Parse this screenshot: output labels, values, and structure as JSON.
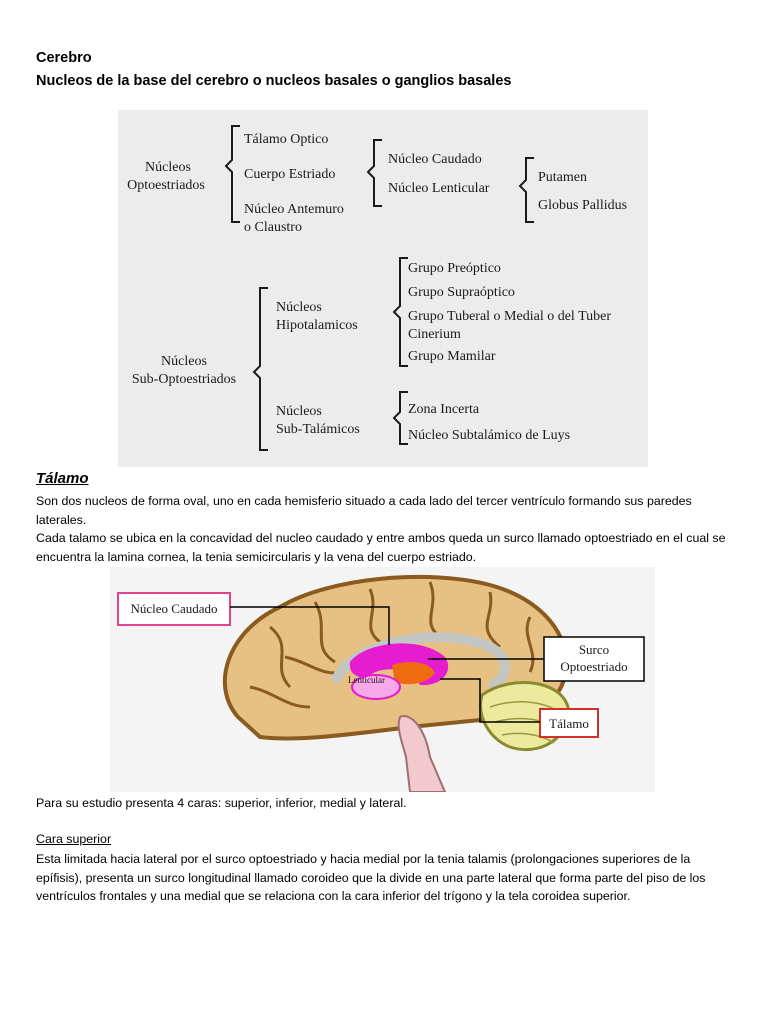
{
  "header": {
    "title": "Cerebro",
    "subtitle": "Nucleos de la base del cerebro o nucleos basales o ganglios basales"
  },
  "tree": {
    "group1": {
      "label_l1": "Núcleos",
      "label_l2": "Optoestriados",
      "items": [
        "Tálamo Optico",
        "Cuerpo Estriado",
        "Núcleo Antemuro",
        "o Claustro"
      ],
      "estriado": [
        "Núcleo Caudado",
        "Núcleo Lenticular"
      ],
      "lenticular": [
        "Putamen",
        "Globus Pallidus"
      ]
    },
    "group2": {
      "label_l1": "Núcleos",
      "label_l2": "Sub-Optoestriados",
      "hipo_l1": "Núcleos",
      "hipo_l2": "Hipotalamicos",
      "hipo_items": [
        "Grupo Preóptico",
        "Grupo Supraóptico",
        "Grupo Tuberal o Medial o del Tuber",
        "Cinerium",
        "Grupo Mamilar"
      ],
      "sub_l1": "Núcleos",
      "sub_l2": "Sub-Talámicos",
      "sub_items": [
        "Zona Incerta",
        "Núcleo Subtalámico de Luys"
      ]
    }
  },
  "talamo": {
    "title": "Tálamo",
    "p1": "Son dos nucleos de forma oval, uno en cada hemisferio situado a cada lado del tercer ventrículo formando sus paredes laterales.",
    "p2": "Cada talamo se ubica en la concavidad del nucleo caudado y entre ambos queda un surco llamado optoestriado en el cual se encuentra la lamina cornea, la tenia semicircularis y la vena del cuerpo estriado."
  },
  "diagram": {
    "caudado": "Núcleo Caudado",
    "surco_l1": "Surco",
    "surco_l2": "Optoestriado",
    "lenticular": "Lenticular",
    "talamo": "Tálamo",
    "colors": {
      "caudado_border": "#e0448f",
      "talamo_border": "#d2302a",
      "magenta": "#e51ccf",
      "orange": "#f06a10",
      "brain": "#e7c184"
    }
  },
  "caras": "Para su estudio presenta 4 caras: superior, inferior, medial y lateral.",
  "cara_superior": {
    "title": "Cara superior",
    "text": "Esta limitada hacia lateral por el surco optoestriado y hacia medial por la tenia talamis (prolongaciones superiores de la epífisis), presenta un surco longitudinal llamado coroideo que la divide en una parte lateral que forma parte del piso de los ventrículos frontales y una medial que se relaciona con la cara inferior del trígono y la tela coroidea superior."
  }
}
